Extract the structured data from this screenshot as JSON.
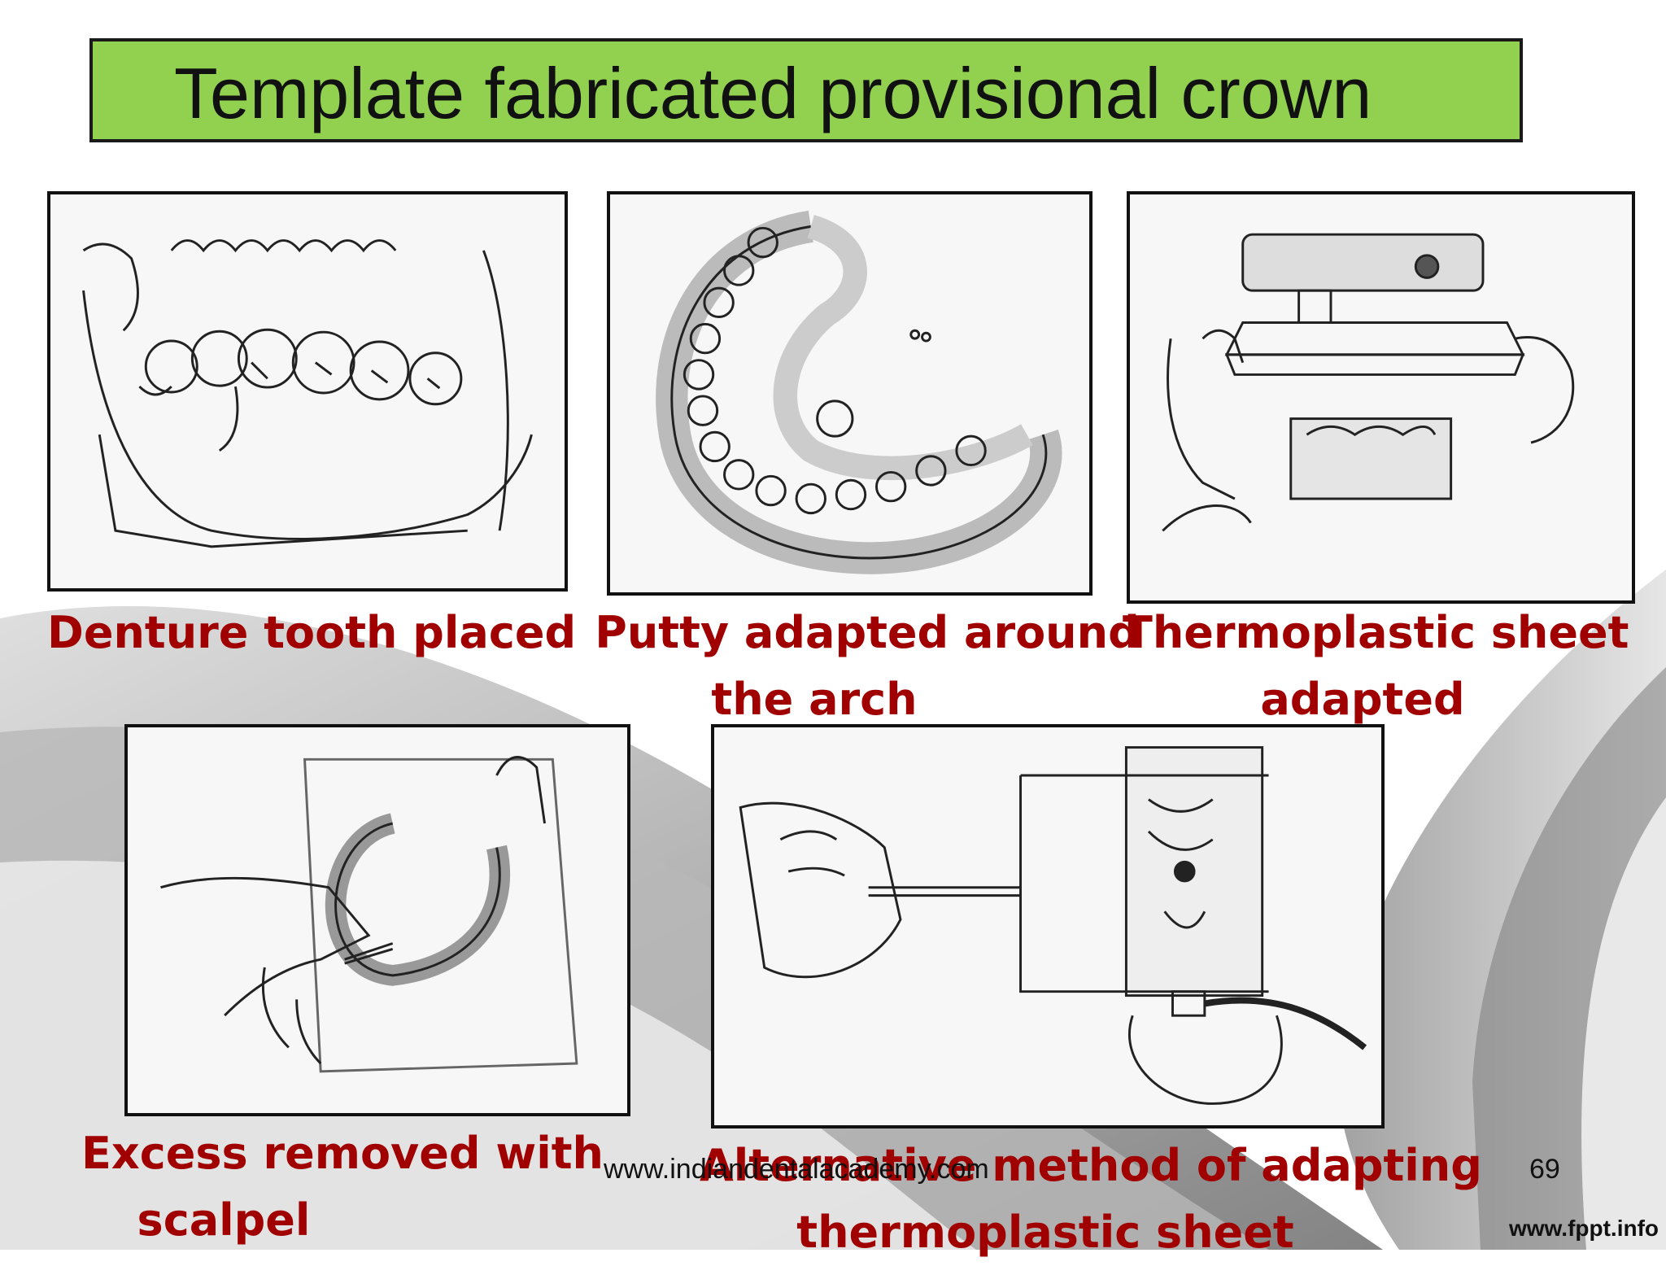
{
  "slide": {
    "title": "Template fabricated provisional crown",
    "footer_url": "www.indiandentalacademy.com",
    "page_number": "69",
    "brand": "www.fppt.info"
  },
  "panels": [
    {
      "caption_line1": "Denture tooth placed",
      "caption_line2": ""
    },
    {
      "caption_line1": "Putty adapted around",
      "caption_line2": "the arch"
    },
    {
      "caption_line1": "Thermoplastic sheet",
      "caption_line2": "adapted"
    },
    {
      "caption_line1": "Excess removed with",
      "caption_line2": "scalpel"
    },
    {
      "caption_line1": "Alternative method of adapting",
      "caption_line2": "thermoplastic sheet"
    }
  ],
  "colors": {
    "title_fill": "#92d050",
    "caption": "#a00000",
    "swoosh": "#9a9a9a"
  }
}
